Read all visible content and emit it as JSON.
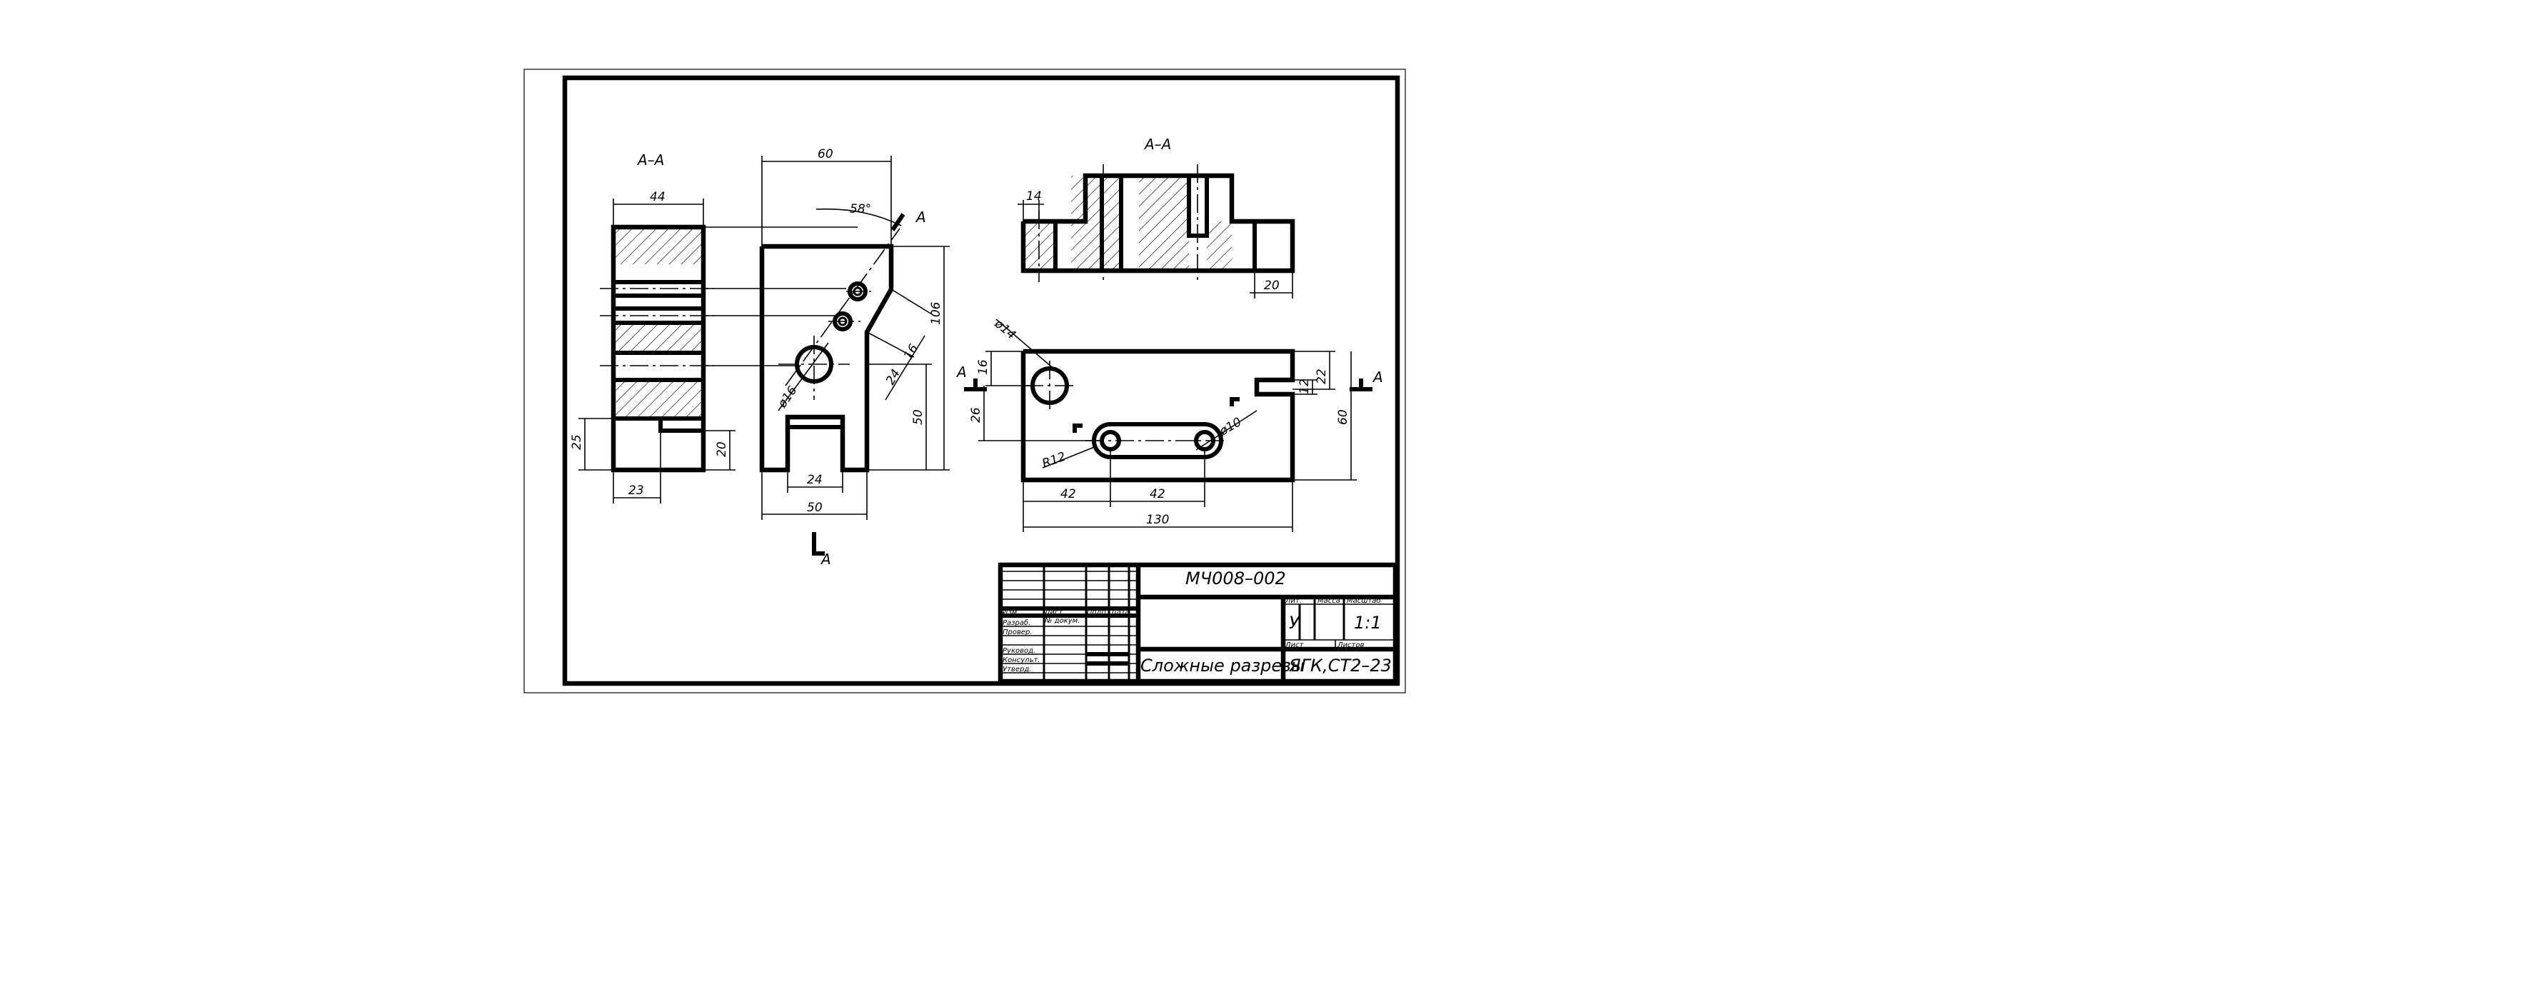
{
  "section_labels": {
    "left_section": "А–А",
    "top_section": "А–А",
    "cut_front": "А",
    "cut_bottom": "А",
    "cut_plan_left": "А",
    "cut_plan_right": "А"
  },
  "dimensions": {
    "front_width_top": "60",
    "front_angle": "58°",
    "front_height": "106",
    "front_lower_height": "50",
    "front_chamfer": "24",
    "front_step": "16",
    "front_hole_dia": "ø16",
    "front_slot_width": "24",
    "front_base_width": "50",
    "side_width": "44",
    "side_left_height": "25",
    "side_right_height": "20",
    "side_bottom_width": "23",
    "top_left": "14",
    "top_right": "20",
    "plan_hole_dia": "ø14",
    "plan_left_offset": "16",
    "plan_left_height": "26",
    "plan_slot_radius": "R12",
    "plan_hole_small": "ø10",
    "plan_spacing_1": "42",
    "plan_spacing_2": "42",
    "plan_total_width": "130",
    "plan_right_notch": "12",
    "plan_right_22": "22",
    "plan_right_height": "60"
  },
  "title_block": {
    "designation_top": "МЧ008–002",
    "drawing_title": "Сложные разрезы",
    "group": "ЯГК,СТ2–23",
    "scale": "1:1",
    "letter": "У",
    "header_cols": [
      "Изм",
      "Лист",
      "№ докум.",
      "Подп.",
      "Дата"
    ],
    "roles": [
      "Разраб.",
      "Провер.",
      "",
      "Руковод.",
      "Консульт.",
      "Утверд."
    ],
    "right_headers": [
      "Лит.",
      "Масса",
      "Масштаб",
      "Лист",
      "Листов"
    ]
  }
}
